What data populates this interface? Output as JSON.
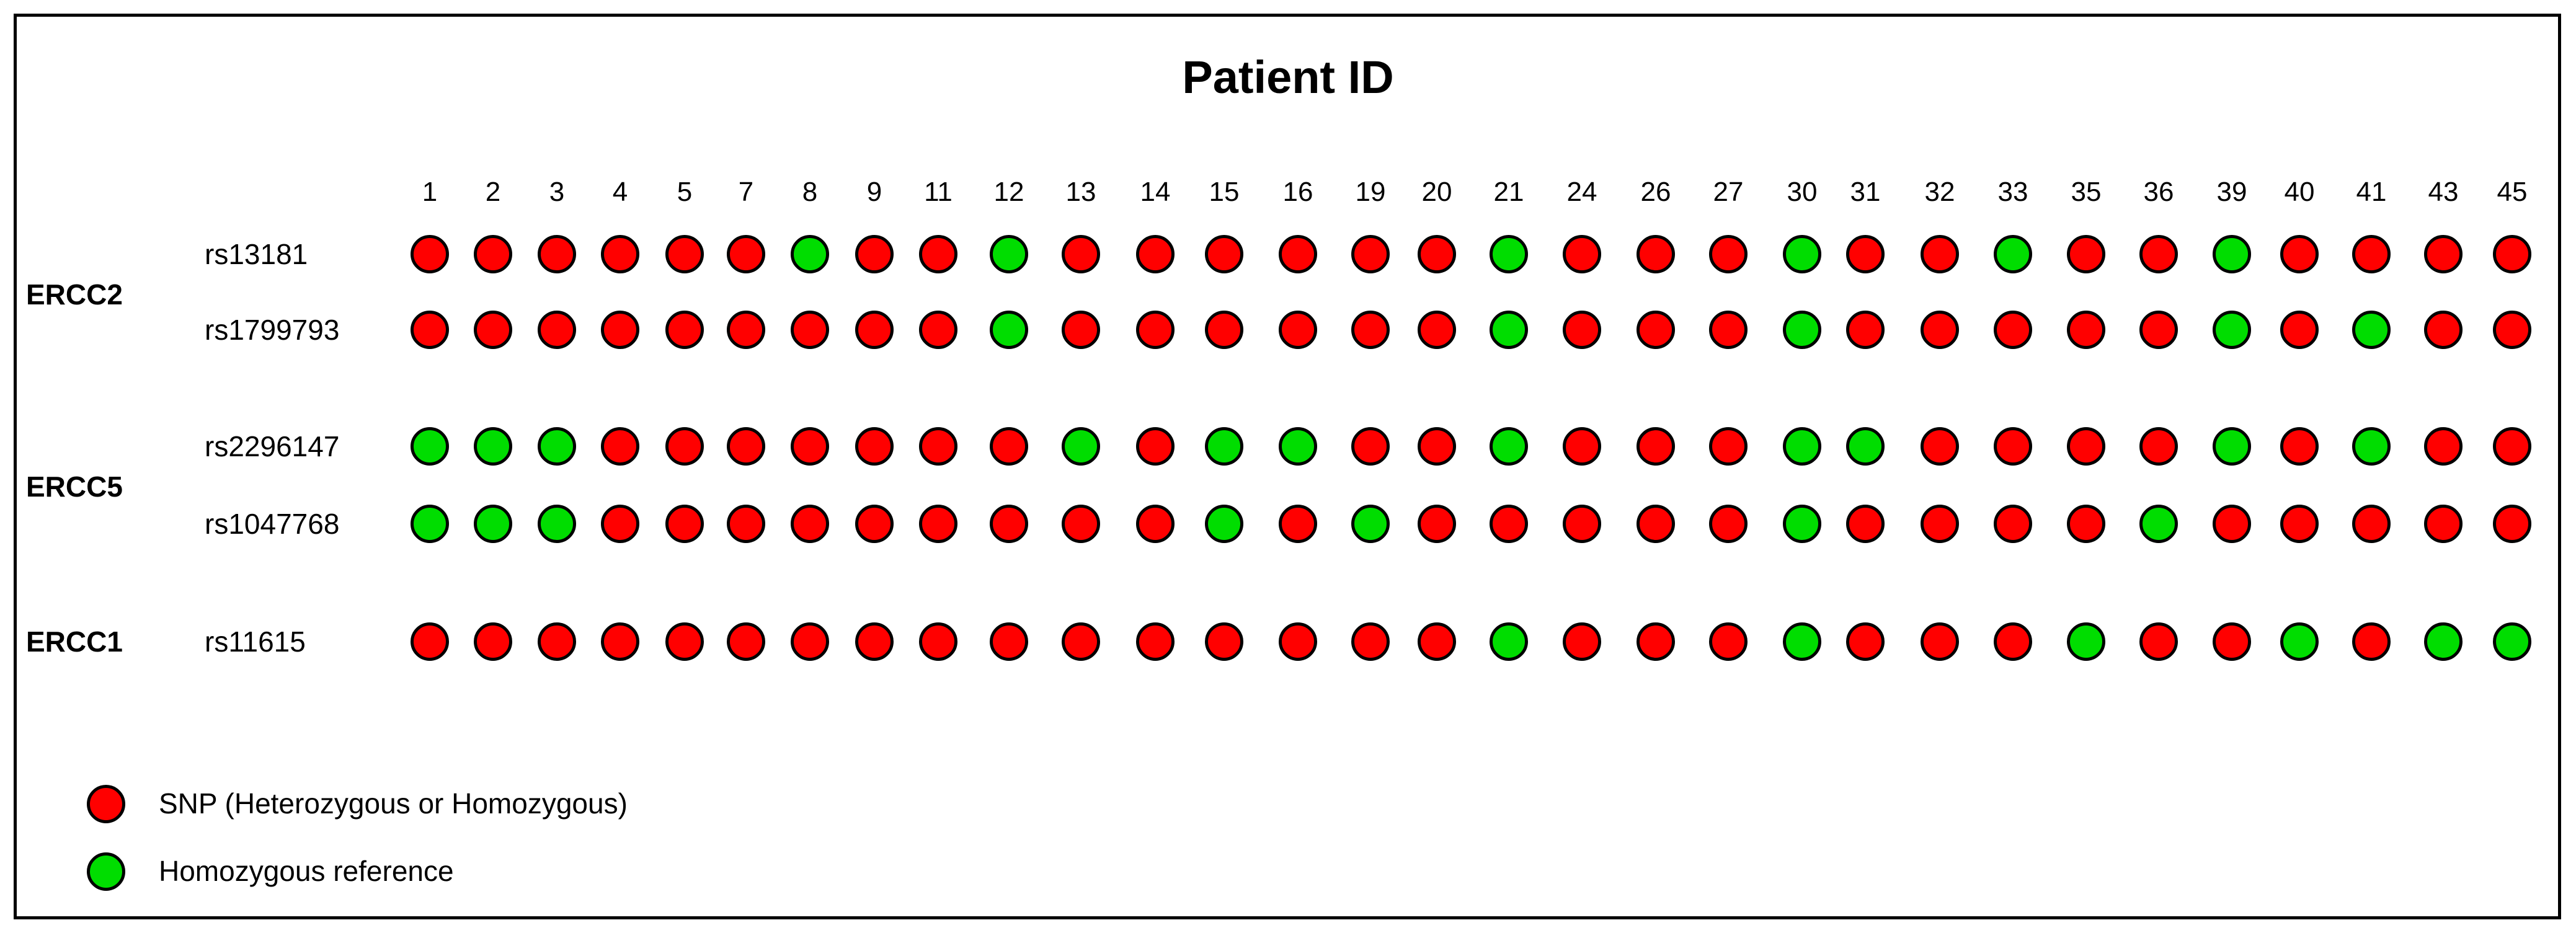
{
  "title": "Patient ID",
  "colors": {
    "snp": "#ff0000",
    "reference": "#00dd00",
    "outline": "#000000"
  },
  "patient_ids": [
    "1",
    "2",
    "3",
    "4",
    "5",
    "7",
    "8",
    "9",
    "11",
    "12",
    "13",
    "14",
    "15",
    "16",
    "19",
    "20",
    "21",
    "24",
    "26",
    "27",
    "30",
    "31",
    "32",
    "33",
    "35",
    "36",
    "39",
    "40",
    "41",
    "43",
    "45"
  ],
  "genes": [
    {
      "name": "ERCC2",
      "snps": [
        {
          "id": "rs13181",
          "genotypes": "SSSSSSRSSRSSSSSSRSSSRSSRSSRSSSS"
        },
        {
          "id": "rs1799793",
          "genotypes": "SSSSSSSSSRSSSSSSRSSSRSSSSSRSRSS"
        }
      ]
    },
    {
      "name": "ERCC5",
      "snps": [
        {
          "id": "rs2296147",
          "genotypes": "RRRSSSSSSSRSRRSSRSSSRRSSSSRSRSS"
        },
        {
          "id": "rs1047768",
          "genotypes": "RRRSSSSSSSSSRSRSSSSSRSSSSRSSSSS"
        }
      ]
    },
    {
      "name": "ERCC1",
      "snps": [
        {
          "id": "rs11615",
          "genotypes": "SSSSSSSSSSSSSSSSRSSSRSSSRSSRSRR"
        }
      ]
    }
  ],
  "legend": [
    {
      "key": "S",
      "label": "SNP (Heterozygous or Homozygous)"
    },
    {
      "key": "R",
      "label": "Homozygous reference"
    }
  ]
}
